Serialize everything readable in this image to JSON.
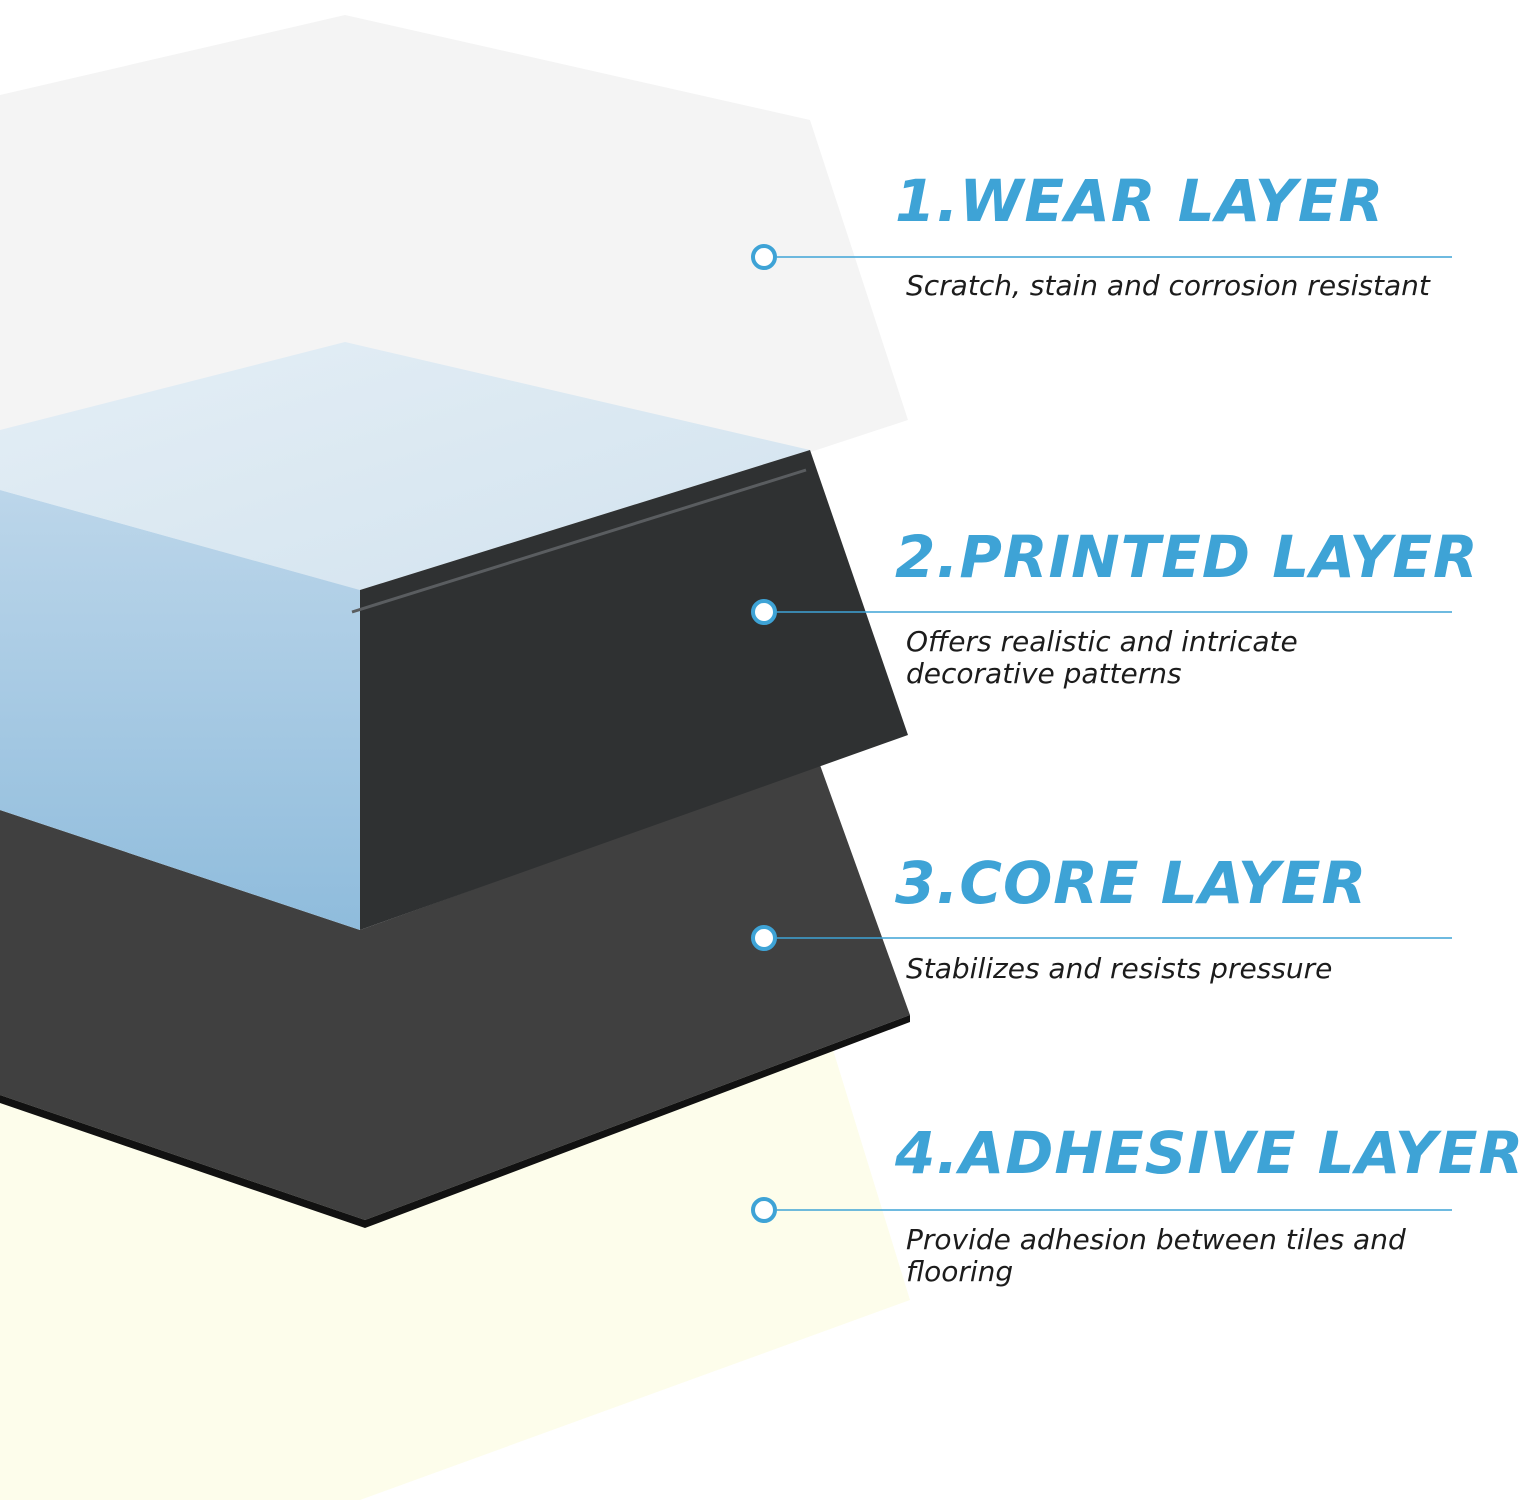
{
  "colors": {
    "accent": "#3ea3d6",
    "wear_layer": "#f4f4f4",
    "printed_layer_top": "#dbe8f1",
    "printed_layer_side": "#9fc6e2",
    "printed_layer_dark": "#2f3132",
    "core_layer": "#404040",
    "adhesive_layer": "#fdfdeb",
    "description_text": "#1c1c1c"
  },
  "layers": [
    {
      "title": "1.WEAR LAYER",
      "description": "Scratch, stain and corrosion resistant"
    },
    {
      "title": "2.PRINTED LAYER",
      "description": "Offers realistic and intricate decorative patterns"
    },
    {
      "title": "3.CORE LAYER",
      "description": "Stabilizes and resists pressure"
    },
    {
      "title": "4.ADHESIVE LAYER",
      "description": "Provide adhesion between tiles and flooring"
    }
  ]
}
